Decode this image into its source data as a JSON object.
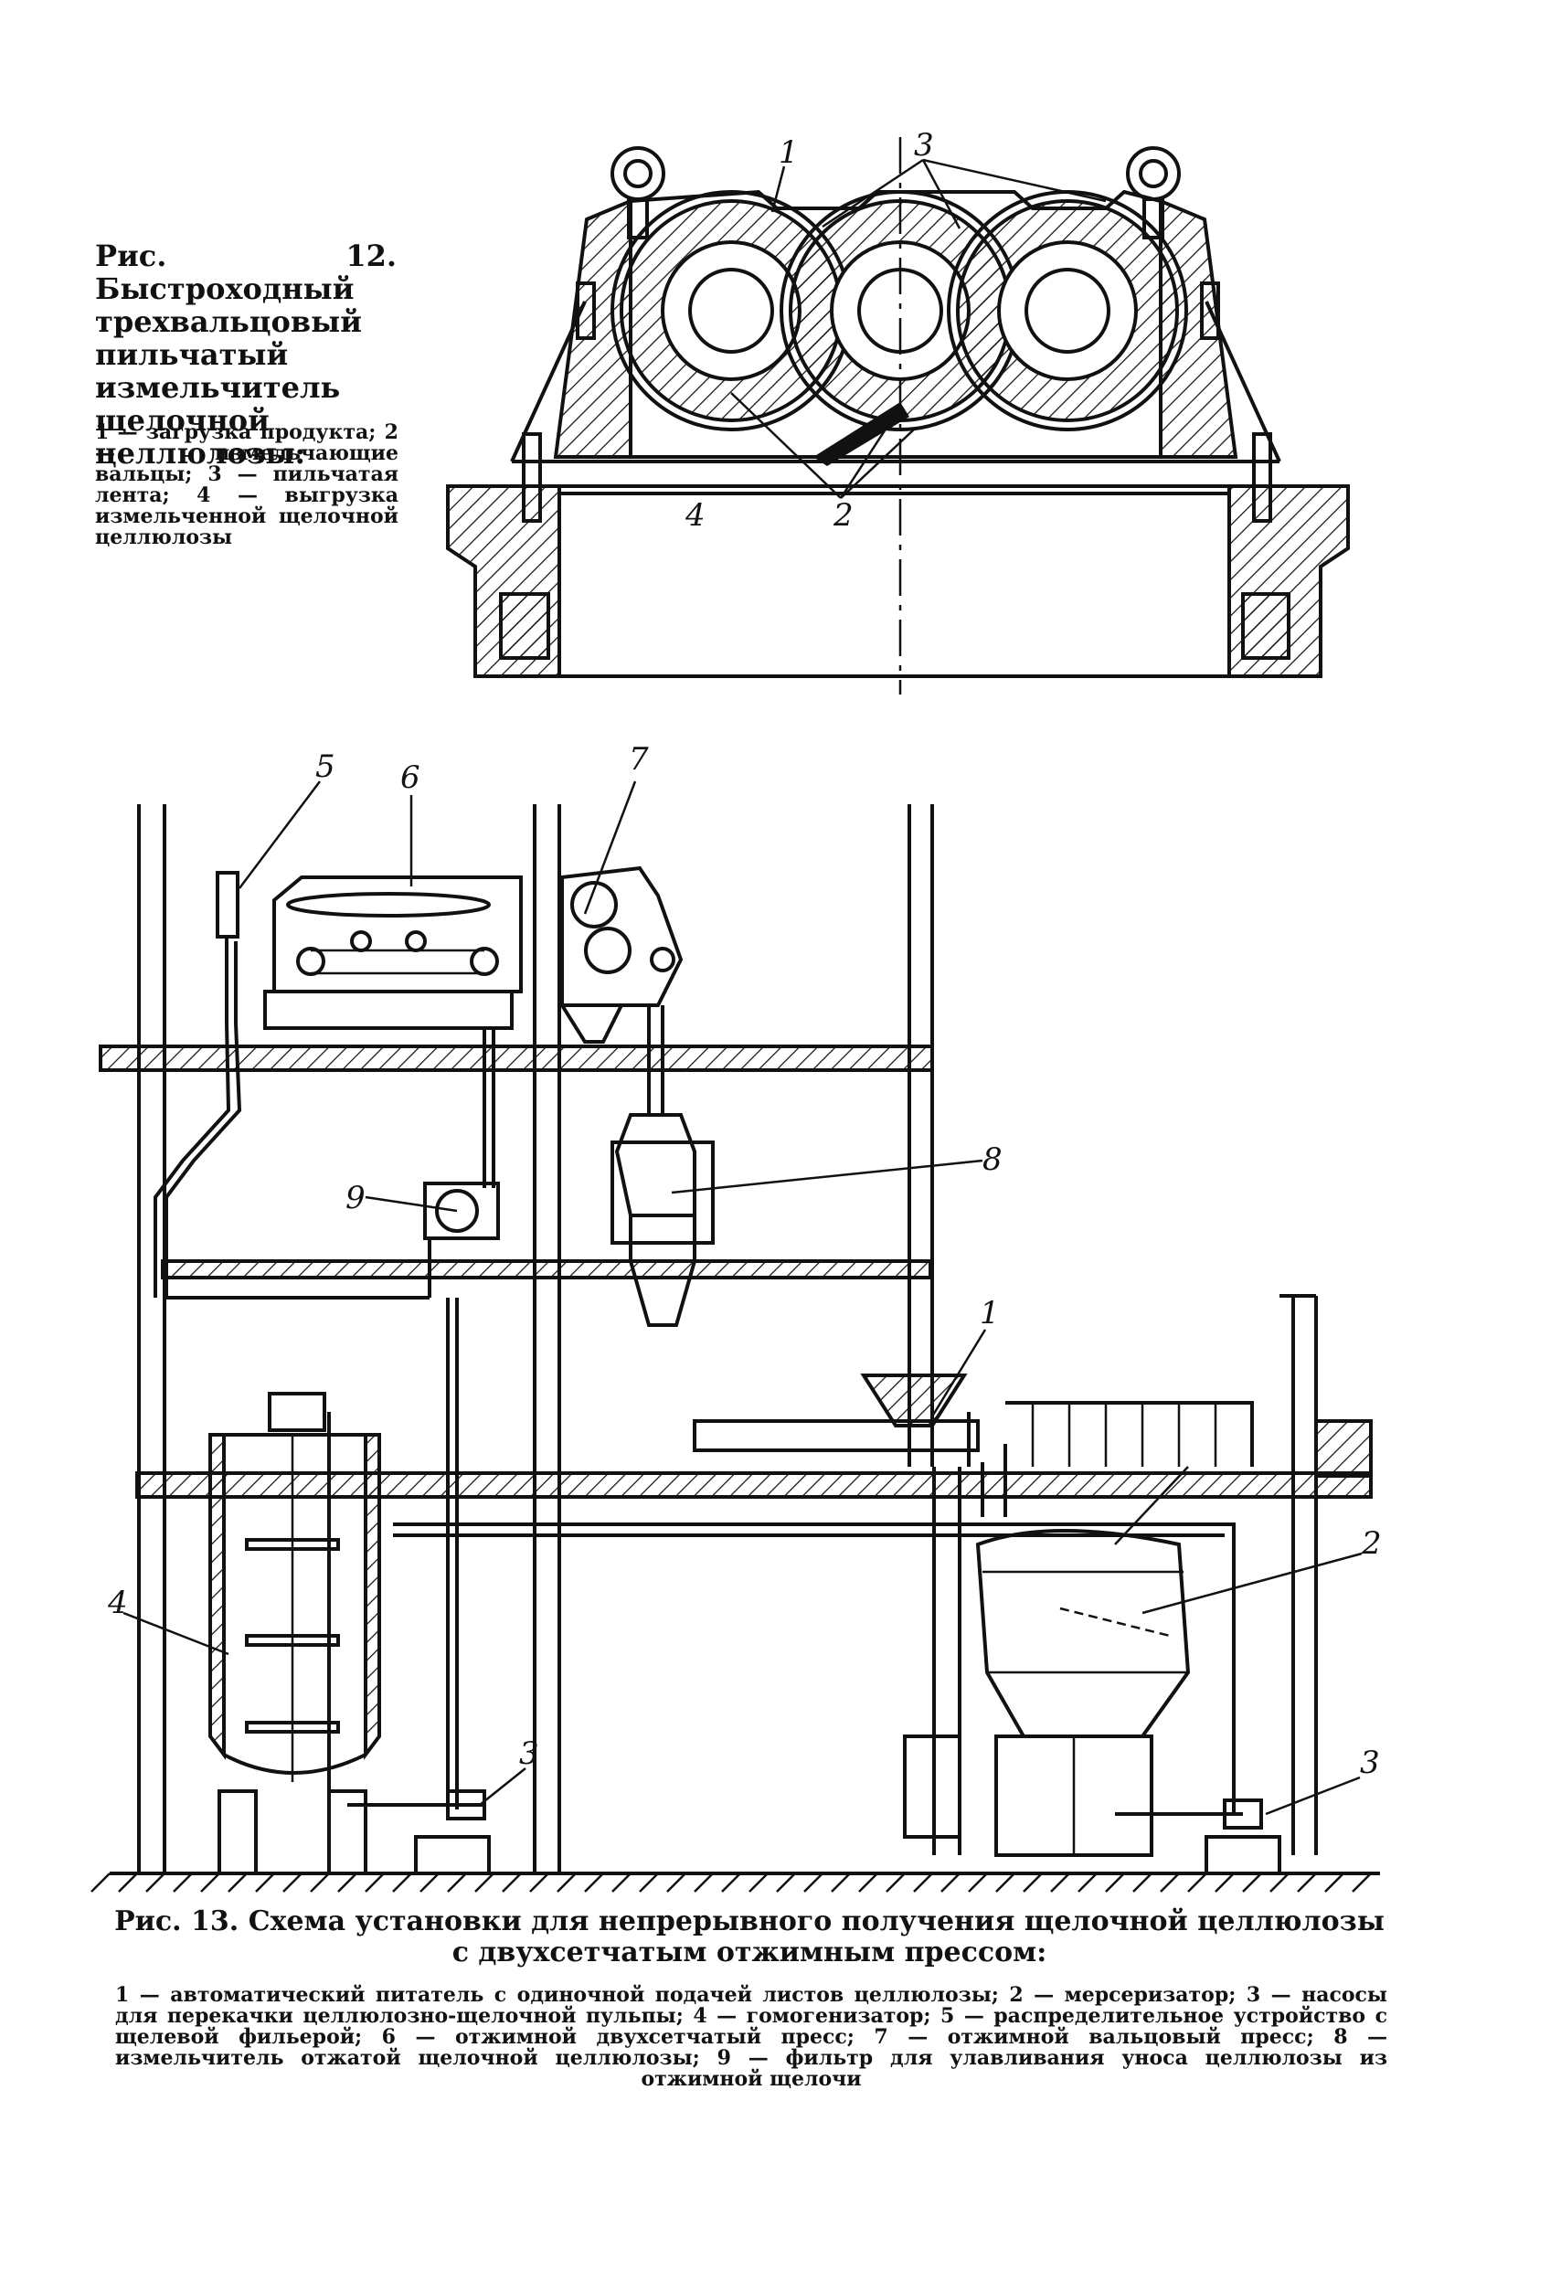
{
  "figure12": {
    "caption": "Рис. 12. Быстроходный трехвальцовый пильчатый измельчитель щелочной целлюлозы:",
    "legend": "1 — загрузка продукта; 2 — измельчающие вальцы; 3 — пильчатая лента; 4 — выгрузка измельченной щелочной целлюлозы",
    "labels": [
      "1",
      "3",
      "4",
      "2"
    ]
  },
  "figure13": {
    "caption": "Рис. 13. Схема установки для непрерывного получения щелочной целлюлозы с двухсетчатым отжимным прессом:",
    "legend": "1 — автоматический питатель с одиночной подачей листов целлюлозы; 2 — мерсеризатор; 3 — насосы для перекачки целлюлозно-щелочной пульпы; 4 — гомогенизатор; 5 — распределительное устройство с щелевой фильерой; 6 — отжимной двухсетчатый пресс; 7 — отжимной вальцовый пресс; 8 — измельчитель отжатой щелочной целлюлозы; 9 — фильтр для улавливания уноса целлюлозы из отжимной щелочи",
    "labels": [
      "5",
      "6",
      "7",
      "8",
      "9",
      "1",
      "2",
      "4",
      "3",
      "3"
    ]
  }
}
